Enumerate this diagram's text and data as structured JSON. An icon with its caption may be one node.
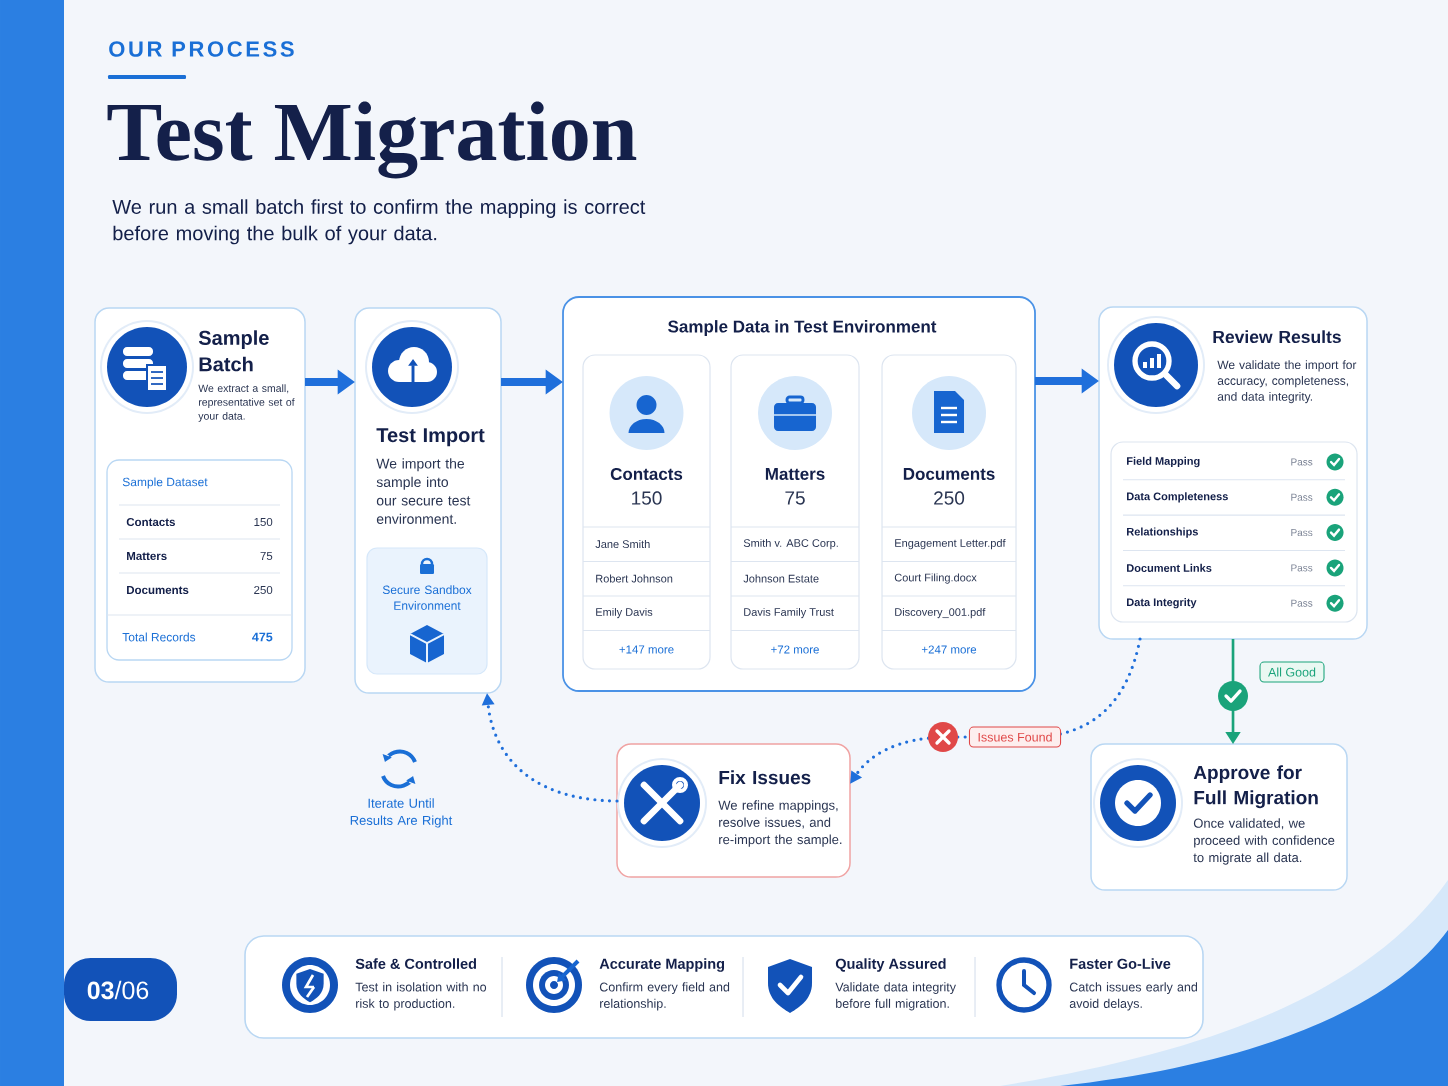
{
  "diagram": {
    "title": "Test Migration",
    "nodes": [
      {
        "text": [
          "Sample Batch",
          "We extract a small, representative set of your data."
        ]
      },
      {
        "text": [
          "Sample Dataset",
          "Contacts",
          "150",
          "Matters",
          "75",
          "Documents",
          "250",
          "Total Records",
          "475"
        ],
        "in": 0
      },
      {
        "text": [
          "Test Import",
          "We import the sample into our secure test environment."
        ]
      },
      {
        "text": [
          "Secure Sandbox Environment"
        ],
        "in": 2
      },
      {
        "text": [
          "Sample Data in Test Environment"
        ]
      },
      {
        "text": [
          "Contacts",
          "150",
          "Jane Smith",
          "Robert Johnson",
          "Emily Davis",
          "+147 more"
        ],
        "in": 4
      },
      {
        "text": [
          "Matters",
          "75",
          "Smith v. ABC Corp.",
          "Johnson Estate",
          "Davis Family Trust",
          "+72 more"
        ],
        "in": 4
      },
      {
        "text": [
          "Documents",
          "250",
          "Engagement Letter.pdf",
          "Court Filing.docx",
          "Discovery_001.pdf",
          "+247 more"
        ],
        "in": 4
      },
      {
        "text": [
          "Review Results",
          "We validate the import for accuracy, completeness, and data integrity."
        ]
      },
      {
        "text": [
          "Field Mapping",
          "Pass",
          "Data Completeness",
          "Pass",
          "Relationships",
          "Pass",
          "Document Links",
          "Pass",
          "Data Integrity",
          "Pass"
        ],
        "in": 8
      },
      {
        "text": [
          "Fix Issues",
          "We refine mappings, resolve issues, and re-import the sample."
        ]
      },
      {
        "text": [
          "Approve for Full Migration",
          "Once validated, we proceed with confidence to migrate all data."
        ]
      }
    ],
    "edges": [
      {
        "from": 0,
        "to": 2,
        "arrow": "to",
        "style": "thick"
      },
      {
        "from": 2,
        "to": 4,
        "arrow": "to",
        "style": "thick"
      },
      {
        "from": 4,
        "to": 8,
        "arrow": "to",
        "style": "thick"
      },
      {
        "from": 8,
        "to": 10,
        "arrow": "to",
        "style": "dashed",
        "label": "Issues Found"
      },
      {
        "from": 10,
        "to": 2,
        "arrow": "to",
        "style": "dashed"
      },
      {
        "from": 8,
        "to": 11,
        "arrow": "to",
        "label": "All Good",
        "color": "#1aa37a"
      }
    ],
    "labels": [
      "OUR PROCESS",
      "We run a small batch first to confirm the mapping is correct before moving the bulk of your data.",
      "Iterate Until Results Are Right",
      "Safe & Controlled",
      "Test in isolation with no risk to production.",
      "Accurate Mapping",
      "Confirm every field and relationship.",
      "Quality Assured",
      "Validate data integrity before full migration.",
      "Faster Go-Live",
      "Catch issues early and avoid delays.",
      "**03**/06"
    ]
  }
}
